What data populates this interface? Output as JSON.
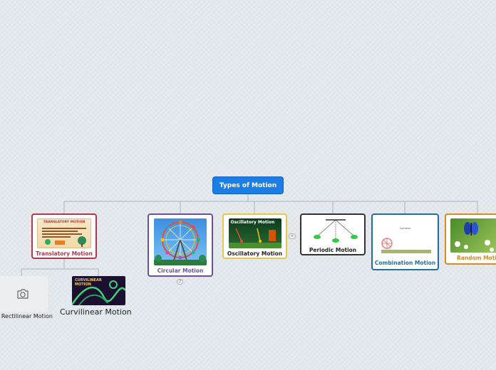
{
  "root": {
    "label": "Types of Motion"
  },
  "topics": [
    {
      "label": "Translatory Motion",
      "color": "#b5364a",
      "image_text": "TRANSLATORY MOTION"
    },
    {
      "label": "Circular Motion",
      "color": "#6b4fa3"
    },
    {
      "label": "Oscillatory Motion",
      "color": "#222222",
      "image_text": "Oscillatory Motion"
    },
    {
      "label": "Periodic Motion",
      "color": "#222222"
    },
    {
      "label": "Combination Motion",
      "color": "#1f6fa5",
      "image_text": "Combine"
    },
    {
      "label": "Random Motion",
      "color": "#d98a20"
    }
  ],
  "circular_badge": "2",
  "oscillatory_badge": "≡",
  "subtopics": [
    {
      "label": "Rectilinear Motion",
      "icon": "camera-icon"
    },
    {
      "label": "Curvilinear Motion",
      "image_text": "CURVILINEAR\nMOTION"
    }
  ]
}
